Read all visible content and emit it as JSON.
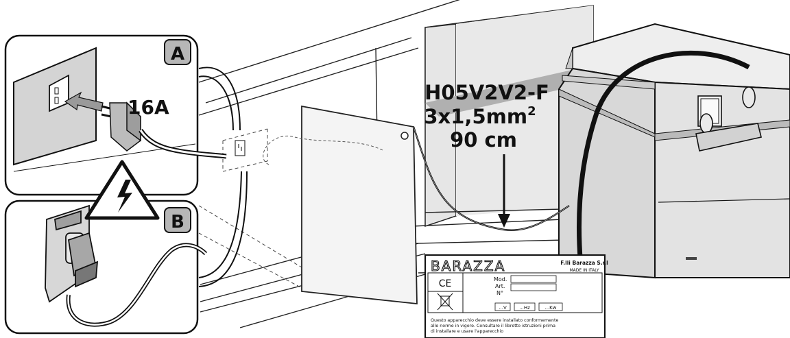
{
  "inset_a": {
    "label": "A",
    "rating": "16A"
  },
  "inset_b": {
    "label": "B"
  },
  "cable": {
    "type": "H05V2V2-F",
    "section": "3x1,5mm",
    "section_exp": "2",
    "length": "90 cm"
  },
  "plate": {
    "brand": "BARAZZA",
    "company": "F.lli Barazza S.r.l",
    "origin": "MADE IN ITALY",
    "ce": "CE",
    "mod": "Mod.",
    "art": "Art.",
    "num": "N°",
    "volt": "...V",
    "hz": "...Hz",
    "kw": "...Kw",
    "note_1": "Questo apparecchio deve essere installato conformemente",
    "note_2": "alle norme in vigore. Consultare il libretto istruzioni prima",
    "note_3": "di installare e usare l'apparecchio"
  },
  "colors": {
    "line": "#111111",
    "panel": "#dedede",
    "shade": "#bdbdbd",
    "badge": "#b7b7b7"
  }
}
